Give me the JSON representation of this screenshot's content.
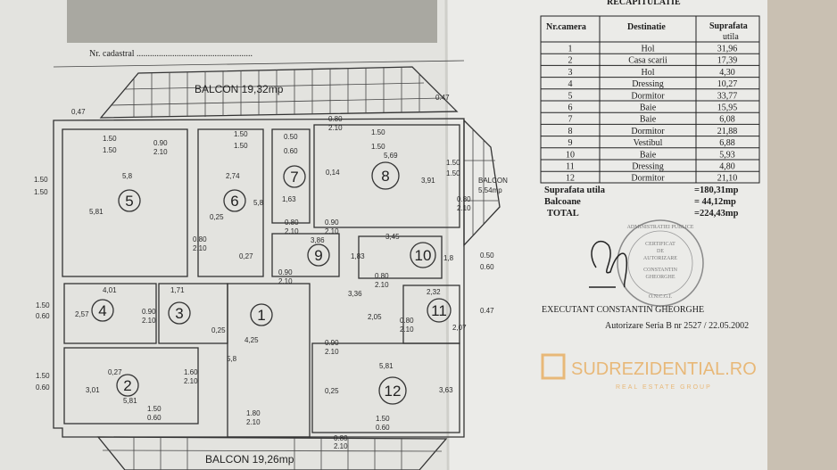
{
  "document": {
    "header_title": "RECAPITULATIE",
    "cadastral_label": "Nr. cadastral ....................................................",
    "table": {
      "columns": [
        "Nr.camera",
        "Destinatie",
        "Suprafata",
        "utila"
      ],
      "rows": [
        {
          "nr": "1",
          "dest": "Hol",
          "area": "31,96"
        },
        {
          "nr": "2",
          "dest": "Casa scarii",
          "area": "17,39"
        },
        {
          "nr": "3",
          "dest": "Hol",
          "area": "4,30"
        },
        {
          "nr": "4",
          "dest": "Dressing",
          "area": "10,27"
        },
        {
          "nr": "5",
          "dest": "Dormitor",
          "area": "33,77"
        },
        {
          "nr": "6",
          "dest": "Baie",
          "area": "15,95"
        },
        {
          "nr": "7",
          "dest": "Baie",
          "area": "6,08"
        },
        {
          "nr": "8",
          "dest": "Dormitor",
          "area": "21,88"
        },
        {
          "nr": "9",
          "dest": "Vestibul",
          "area": "6,88"
        },
        {
          "nr": "10",
          "dest": "Baie",
          "area": "5,93"
        },
        {
          "nr": "11",
          "dest": "Dressing",
          "area": "4,80"
        },
        {
          "nr": "12",
          "dest": "Dormitor",
          "area": "21,10"
        }
      ]
    },
    "summary": [
      {
        "label": "Suprafata utila",
        "value": "=180,31mp"
      },
      {
        "label": "Balcoane",
        "value": "= 44,12mp"
      },
      {
        "label": "TOTAL",
        "value": "=224,43mp"
      }
    ],
    "executant": "EXECUTANT   CONSTANTIN GHEORGHE",
    "authorization": "Autorizare Seria B nr 2527 / 22.05.2002",
    "stamp": {
      "outer": "ADMINISTRATIEI PUBLICE",
      "inner": [
        "CERTIFICAT",
        "DE",
        "AUTORIZARE",
        "CONSTANTIN",
        "GHEORGHE",
        "O.N.C.G.I."
      ]
    }
  },
  "plan": {
    "balconies": [
      "BALCON  19,32mp",
      "BALCON  19,26mp",
      "BALCON",
      "5,54mp"
    ],
    "rooms": [
      "1",
      "2",
      "3",
      "4",
      "5",
      "6",
      "7",
      "8",
      "9",
      "10",
      "11",
      "12"
    ],
    "dims": [
      "0,47",
      "1.50",
      "1.50",
      "0.90",
      "2.10",
      "5,8",
      "5,81",
      "1.50",
      "1.50",
      "2,74",
      "5,8",
      "0,25",
      "0.80",
      "2.10",
      "0,27",
      "0.50",
      "0.60",
      "1,63",
      "0.80",
      "2.10",
      "0.80",
      "2.10",
      "1.50",
      "1.50",
      "5,69",
      "0,14",
      "3,91",
      "0.90",
      "2.10",
      "3,86",
      "1,83",
      "3,45",
      "1,8",
      "0.80",
      "2.10",
      "0.90",
      "2.10",
      "0.47",
      "1.50",
      "1.50",
      "0.80",
      "2.10",
      "0.50",
      "0.60",
      "4,01",
      "2,57",
      "0.90",
      "2.10",
      "1,71",
      "3,36",
      "2,05",
      "2,32",
      "2,07",
      "0.80",
      "2.10",
      "0,25",
      "4,25",
      "5,8",
      "0.90",
      "2.10",
      "5,81",
      "0,25",
      "3,63",
      "1.60",
      "2.10",
      "0,27",
      "3,01",
      "5,81",
      "1.50",
      "0.60",
      "1.80",
      "2.10",
      "1.50",
      "0.60",
      "0.80",
      "2.10",
      "1.50",
      "0.60",
      "1.50",
      "0.60",
      "0.47",
      "1.50",
      "1.50"
    ]
  },
  "watermark": {
    "brand": "SUDREZIDENTIAL.RO",
    "tagline": "REAL ESTATE GROUP",
    "color": "#e0a050"
  }
}
